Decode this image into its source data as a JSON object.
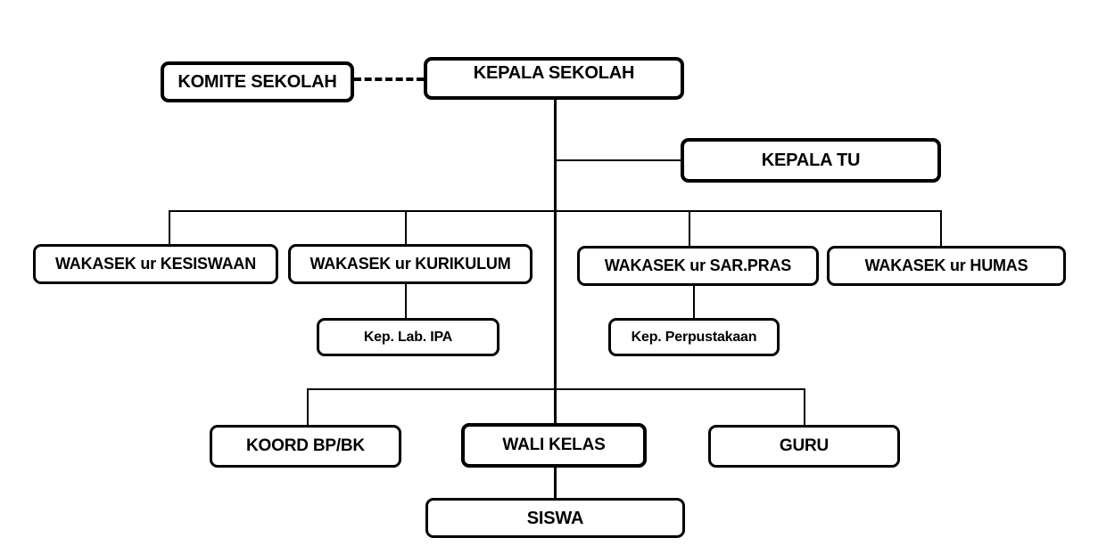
{
  "diagram": {
    "type": "org-chart",
    "background_color": "#ffffff",
    "line_color": "#000000",
    "box_fill": "#ffffff",
    "box_border_color": "#000000",
    "nodes": {
      "komite_sekolah": "KOMITE SEKOLAH",
      "kepala_sekolah": "KEPALA SEKOLAH",
      "kepala_tu": "KEPALA TU",
      "wakasek_kesiswaan": "WAKASEK ur KESISWAAN",
      "wakasek_kurikulum": "WAKASEK ur KURIKULUM",
      "wakasek_sarpras": "WAKASEK ur SAR.PRAS",
      "wakasek_humas": "WAKASEK ur HUMAS",
      "kep_lab_ipa": "Kep. Lab. IPA",
      "kep_perpustakaan": "Kep. Perpustakaan",
      "koord_bpbk": "KOORD BP/BK",
      "wali_kelas": "WALI KELAS",
      "guru": "GURU",
      "siswa": "SISWA"
    },
    "edges": [
      {
        "from": "komite_sekolah",
        "to": "kepala_sekolah",
        "style": "dashed"
      },
      {
        "from": "kepala_sekolah",
        "to": "kepala_tu",
        "style": "solid"
      },
      {
        "from": "kepala_sekolah",
        "to": "wakasek_kesiswaan",
        "style": "solid"
      },
      {
        "from": "kepala_sekolah",
        "to": "wakasek_kurikulum",
        "style": "solid"
      },
      {
        "from": "kepala_sekolah",
        "to": "wakasek_sarpras",
        "style": "solid"
      },
      {
        "from": "kepala_sekolah",
        "to": "wakasek_humas",
        "style": "solid"
      },
      {
        "from": "wakasek_kurikulum",
        "to": "kep_lab_ipa",
        "style": "solid"
      },
      {
        "from": "wakasek_sarpras",
        "to": "kep_perpustakaan",
        "style": "solid"
      },
      {
        "from": "kepala_sekolah",
        "to": "koord_bpbk",
        "style": "solid"
      },
      {
        "from": "kepala_sekolah",
        "to": "wali_kelas",
        "style": "solid"
      },
      {
        "from": "kepala_sekolah",
        "to": "guru",
        "style": "solid"
      },
      {
        "from": "wali_kelas",
        "to": "siswa",
        "style": "solid"
      }
    ]
  }
}
